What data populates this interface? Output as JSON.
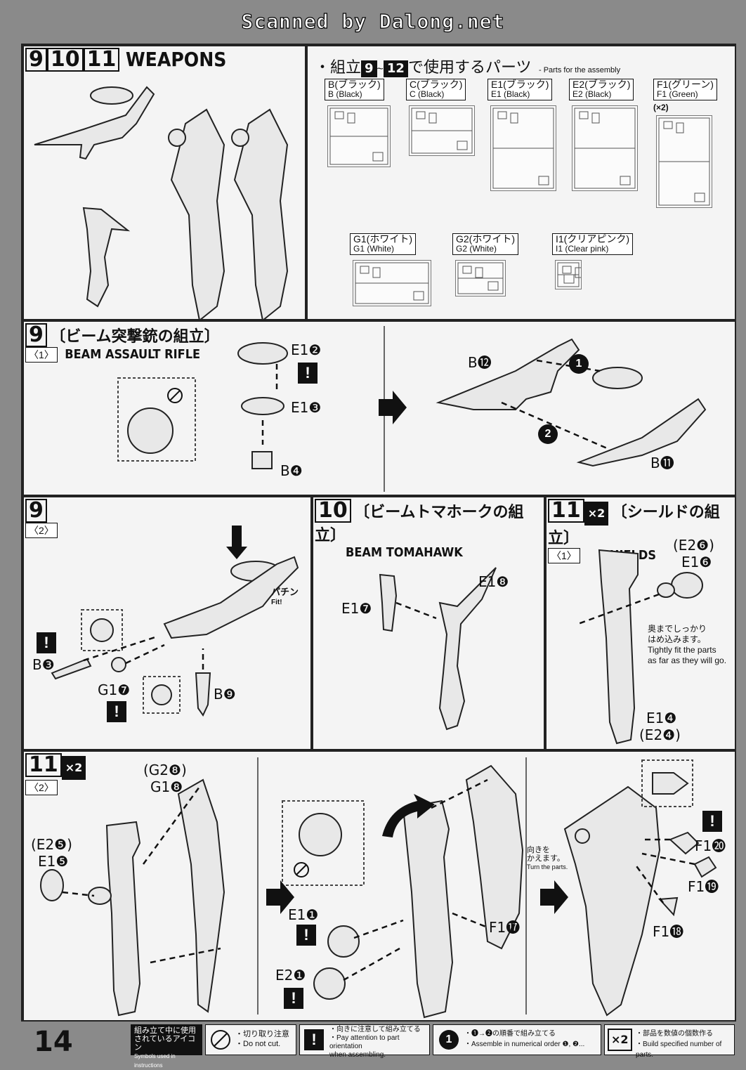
{
  "header": {
    "scan_credit": "Scanned by Dalong.net"
  },
  "page_number": "14",
  "top_left": {
    "steps": [
      "9",
      "10",
      "11"
    ],
    "title": "WEAPONS"
  },
  "parts_list": {
    "title_jp_prefix": "・組立",
    "range_start": "9",
    "range_tilde": "~",
    "range_end": "12",
    "title_jp_suffix": "で使用するパーツ",
    "title_en": "- Parts for the assembly",
    "runners": [
      {
        "jp": "B(ブラック)",
        "en": "B (Black)",
        "qty": ""
      },
      {
        "jp": "C(ブラック)",
        "en": "C (Black)",
        "qty": ""
      },
      {
        "jp": "E1(ブラック)",
        "en": "E1 (Black)",
        "qty": ""
      },
      {
        "jp": "E2(ブラック)",
        "en": "E2 (Black)",
        "qty": ""
      },
      {
        "jp": "F1(グリーン)",
        "en": "F1 (Green)",
        "qty": "(×2)"
      },
      {
        "jp": "G1(ホワイト)",
        "en": "G1 (White)",
        "qty": ""
      },
      {
        "jp": "G2(ホワイト)",
        "en": "G2 (White)",
        "qty": ""
      },
      {
        "jp": "I1(クリアピンク)",
        "en": "I1 (Clear pink)",
        "qty": ""
      }
    ]
  },
  "step9_1": {
    "step": "9",
    "sub": "〈1〉",
    "title_jp": "〔ビーム突撃銃の組立〕",
    "title_en": "BEAM ASSAULT RIFLE",
    "parts": {
      "e1_2": "E1❷",
      "e1_3": "E1❸",
      "b4": "B❹",
      "b12": "B⓬",
      "b11": "B⓫"
    },
    "order": [
      "1",
      "2"
    ]
  },
  "step9_2": {
    "step": "9",
    "sub": "〈2〉",
    "parts": {
      "b3": "B❸",
      "g1_7": "G1❼",
      "b9": "B❾"
    },
    "fit_jp": "パチン",
    "fit_en": "Fit!"
  },
  "step10": {
    "step": "10",
    "title_jp": "〔ビームトマホークの組立〕",
    "title_en": "BEAM TOMAHAWK",
    "parts": {
      "e1_7": "E1❼",
      "e1_8": "E1❽"
    }
  },
  "step11_1": {
    "step": "11",
    "sub": "〈1〉",
    "mult": "×2",
    "title_jp": "〔シールドの組立〕",
    "title_en": "SHIELDS",
    "parts": {
      "e2_6": "(E2❻)",
      "e1_6": "E1❻",
      "e1_4": "E1❹",
      "e2_4": "(E2❹)"
    },
    "note_jp1": "奥までしっかり",
    "note_jp2": "はめ込みます。",
    "note_en1": "Tightly fit the parts",
    "note_en2": "as far as they will go."
  },
  "step11_2": {
    "step": "11",
    "sub": "〈2〉",
    "mult": "×2",
    "parts": {
      "g2_8": "(G2❽)",
      "g1_8": "G1❽",
      "e2_5": "(E2❺)",
      "e1_5": "E1❺",
      "e1_1": "E1❶",
      "e2_1": "E2❶",
      "f1_17": "F1⓱",
      "f1_20": "F1⓴",
      "f1_19": "F1⓳",
      "f1_18": "F1⓲"
    },
    "turn_jp1": "向きを",
    "turn_jp2": "かえます。",
    "turn_en": "Turn the parts."
  },
  "footer": {
    "icons_jp1": "組み立て中に使用",
    "icons_jp2": "されているアイコン",
    "icons_en": "Symbols used in instructions",
    "cut_jp": "・切り取り注意",
    "cut_en": "・Do not cut.",
    "orient_jp": "・向きに注意して組み立てる",
    "orient_en1": "・Pay attention to part orientation",
    "orient_en2": "when assembling.",
    "order_jp": "・❶→❷の順番で組み立てる",
    "order_en": "・Assemble in numerical order ❶, ❷...",
    "mult_jp": "・部品を数値の個数作る",
    "mult_en": "・Build specified number of parts.",
    "bang": "!",
    "one": "1",
    "x2": "×2"
  }
}
